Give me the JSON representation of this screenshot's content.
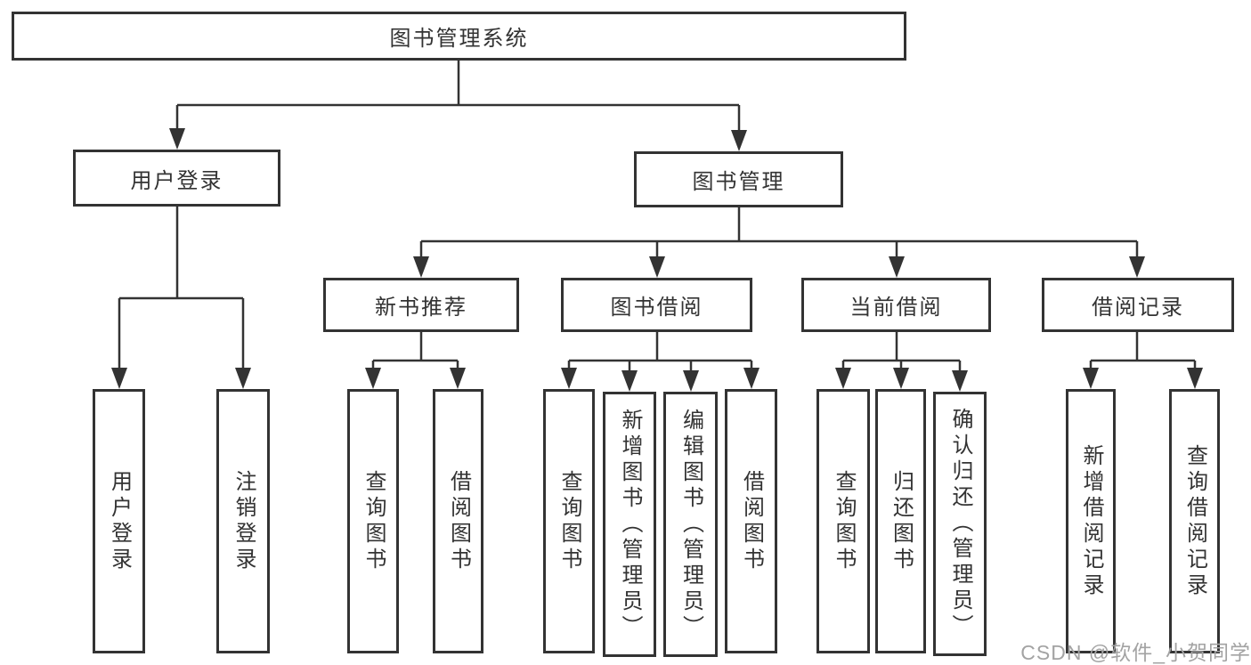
{
  "diagram_title": "图书管理系统",
  "colors": {
    "stroke": "#333333",
    "background": "#ffffff",
    "watermark_gray": "#a3a3a3"
  },
  "tree": {
    "root": {
      "label": "图书管理系统",
      "children": [
        {
          "label": "用户登录",
          "children": [
            {
              "label": "用户登录"
            },
            {
              "label": "注销登录"
            }
          ]
        },
        {
          "label": "图书管理",
          "children": [
            {
              "label": "新书推荐",
              "children": [
                {
                  "label": "查询图书"
                },
                {
                  "label": "借阅图书"
                }
              ]
            },
            {
              "label": "图书借阅",
              "children": [
                {
                  "label": "查询图书"
                },
                {
                  "label": "新增图书（管理员）"
                },
                {
                  "label": "编辑图书（管理员）"
                },
                {
                  "label": "借阅图书"
                }
              ]
            },
            {
              "label": "当前借阅",
              "children": [
                {
                  "label": "查询图书"
                },
                {
                  "label": "归还图书"
                },
                {
                  "label": "确认归还（管理员）"
                }
              ]
            },
            {
              "label": "借阅记录",
              "children": [
                {
                  "label": "新增借阅记录"
                },
                {
                  "label": "查询借阅记录"
                }
              ]
            }
          ]
        }
      ]
    }
  },
  "watermark": {
    "text": "CSDN @软件_小贺同学"
  }
}
